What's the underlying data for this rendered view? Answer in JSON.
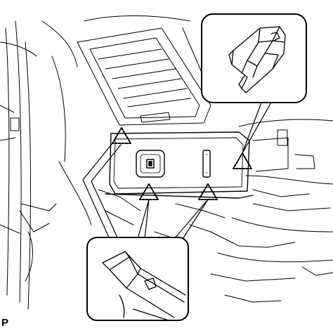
{
  "figure": {
    "corner_label": "P",
    "clip_marker_count": 4,
    "detail_callouts": [
      {
        "name": "upper-right-detail",
        "shows": "clip-claw-detail"
      },
      {
        "name": "lower-detail",
        "shows": "clip-tab-detail"
      }
    ]
  }
}
